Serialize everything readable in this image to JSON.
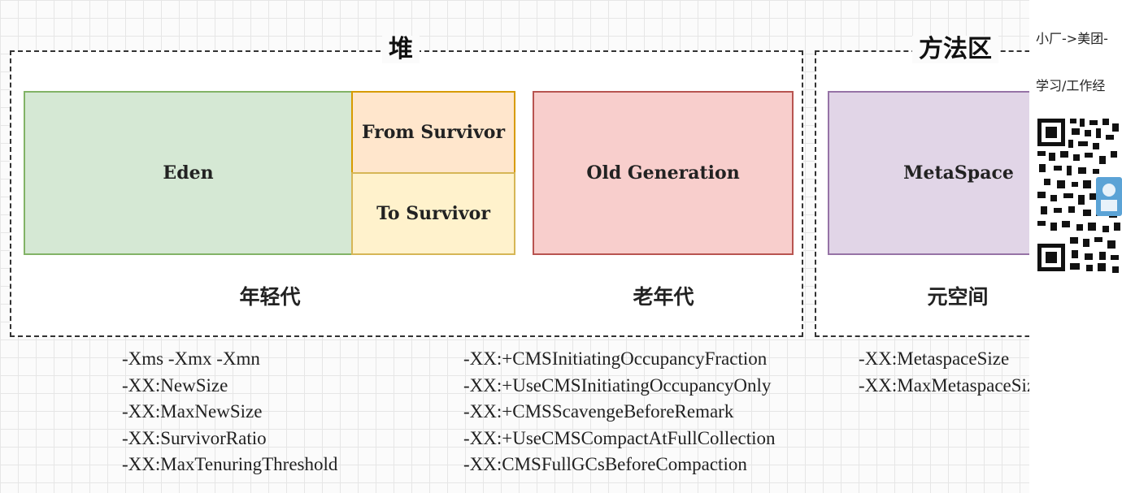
{
  "heap": {
    "title": "堆",
    "eden": "Eden",
    "from_survivor": "From Survivor",
    "to_survivor": "To Survivor",
    "old_generation": "Old Generation",
    "young_label": "年轻代",
    "old_label": "老年代"
  },
  "method_area": {
    "title": "方法区",
    "metaspace": "MetaSpace",
    "label": "元空间"
  },
  "params": {
    "young": [
      "-Xms -Xmx -Xmn",
      "-XX:NewSize",
      "-XX:MaxNewSize",
      "-XX:SurvivorRatio",
      "-XX:MaxTenuringThreshold"
    ],
    "old": [
      "-XX:+CMSInitiatingOccupancyFraction",
      "-XX:+UseCMSInitiatingOccupancyOnly",
      "-XX:+CMSScavengeBeforeRemark",
      "-XX:+UseCMSCompactAtFullCollection",
      "-XX:CMSFullGCsBeforeCompaction"
    ],
    "meta": [
      "-XX:MetaspaceSize",
      "-XX:MaxMetaspaceSize"
    ]
  },
  "side_panel": {
    "line1": "小厂->美团-",
    "line2": "学习/工作经"
  },
  "colors": {
    "eden": "#d5e8d4",
    "from_survivor": "#ffe6cc",
    "to_survivor": "#fff2cc",
    "old_generation": "#f8cecc",
    "metaspace": "#e1d5e7"
  }
}
